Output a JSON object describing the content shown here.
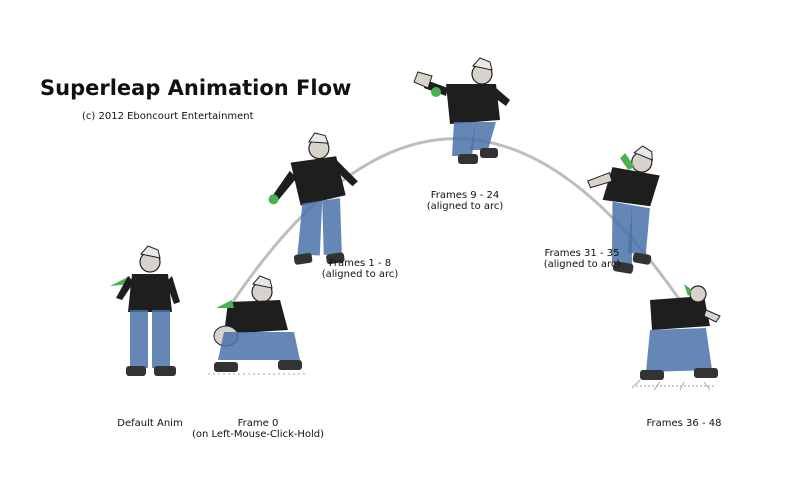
{
  "title": "Superleap Animation Flow",
  "copyright": "(c) 2012 Eboncourt Entertainment",
  "stages": [
    {
      "line1": "Default Anim",
      "line2": ""
    },
    {
      "line1": "Frame 0",
      "line2": "(on Left-Mouse-Click-Hold)"
    },
    {
      "line1": "Frames 1 - 8",
      "line2": "(aligned to arc)"
    },
    {
      "line1": "Frames 9 - 24",
      "line2": "(aligned to arc)"
    },
    {
      "line1": "Frames 31 - 35",
      "line2": "(aligned to arc)"
    },
    {
      "line1": "Frames 36 - 48",
      "line2": ""
    }
  ],
  "colors": {
    "arc": "#bdbdbd",
    "jacket": "#1e1e1e",
    "jeans": "#4a72a8",
    "skin": "#d8d2cc",
    "accent": "#4caf50",
    "text": "#111111"
  }
}
